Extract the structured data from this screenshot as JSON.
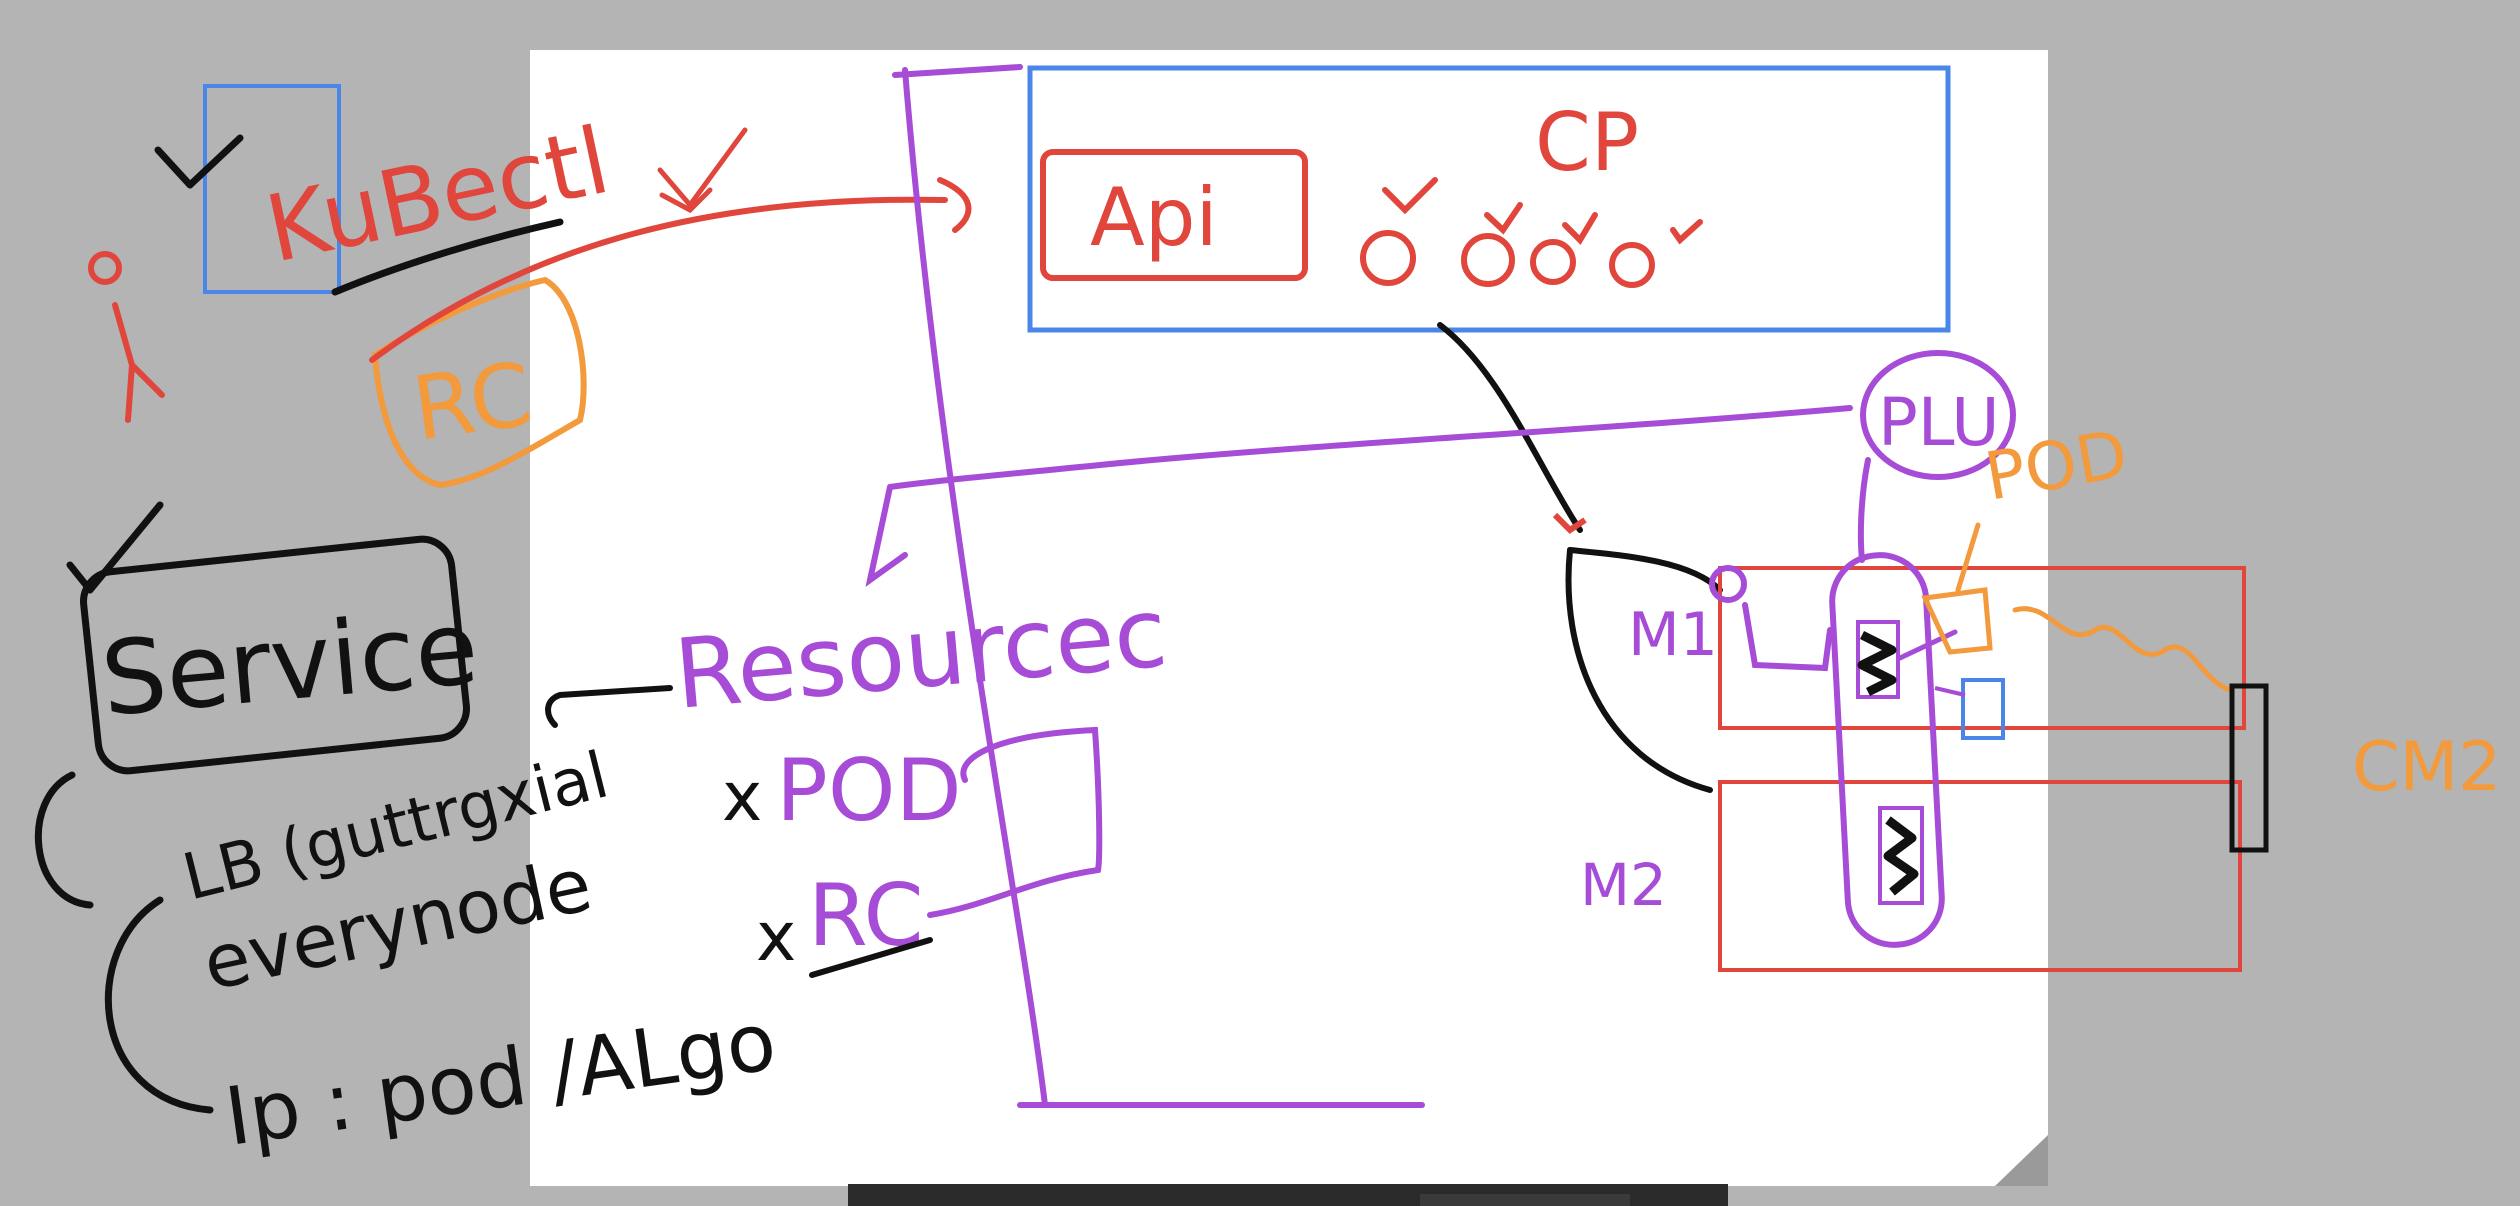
{
  "canvas": {
    "background": "#b4b4b4",
    "paper": "#ffffff"
  },
  "colors": {
    "red": "#e0463c",
    "blue": "#4a86e8",
    "purple": "#a64cd6",
    "orange": "#f29a3c",
    "black": "#111111"
  },
  "labels": {
    "kubectl": "KuBectl",
    "rc_orange": "RC",
    "api": "Api",
    "cp": "CP",
    "service": "Service",
    "lb": "LB (guttrgxial",
    "every_node": "everynode",
    "ip_port": "Ip : pod /ALgo",
    "resourcec": "Resourcec",
    "pod_purple": "POD",
    "rc_purple": "RC",
    "x_mark": "x",
    "plu": "PLU",
    "pod_orange": "POD",
    "m1": "M1",
    "m2": "M2",
    "cm2": "CM2"
  },
  "icons": {
    "checkmark": "checkmark-icon",
    "stick_figure": "stick-figure-icon"
  }
}
